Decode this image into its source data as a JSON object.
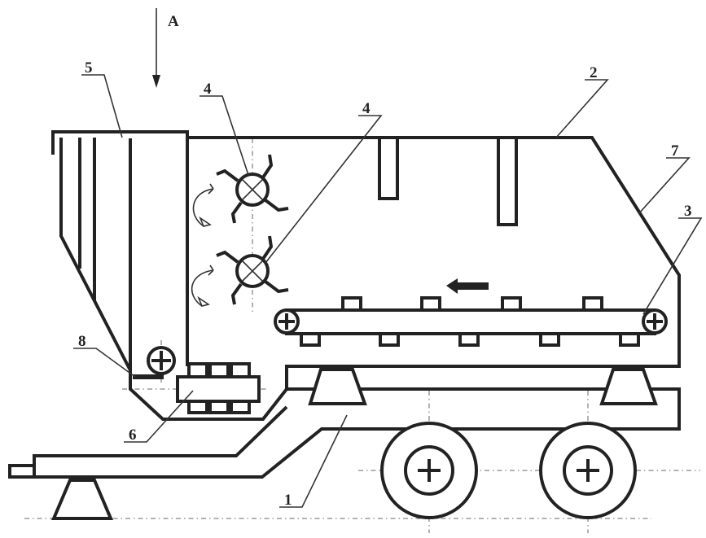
{
  "labels": {
    "view": "A",
    "frame": "1",
    "body": "2",
    "conveyor": "3",
    "beater_upper": "4",
    "beater_lower": "4",
    "hopper": "5",
    "auger": "6",
    "wall": "7",
    "gate": "8"
  },
  "colors": {
    "ink": "#222222",
    "paper": "#ffffff",
    "axis": "#666666"
  }
}
